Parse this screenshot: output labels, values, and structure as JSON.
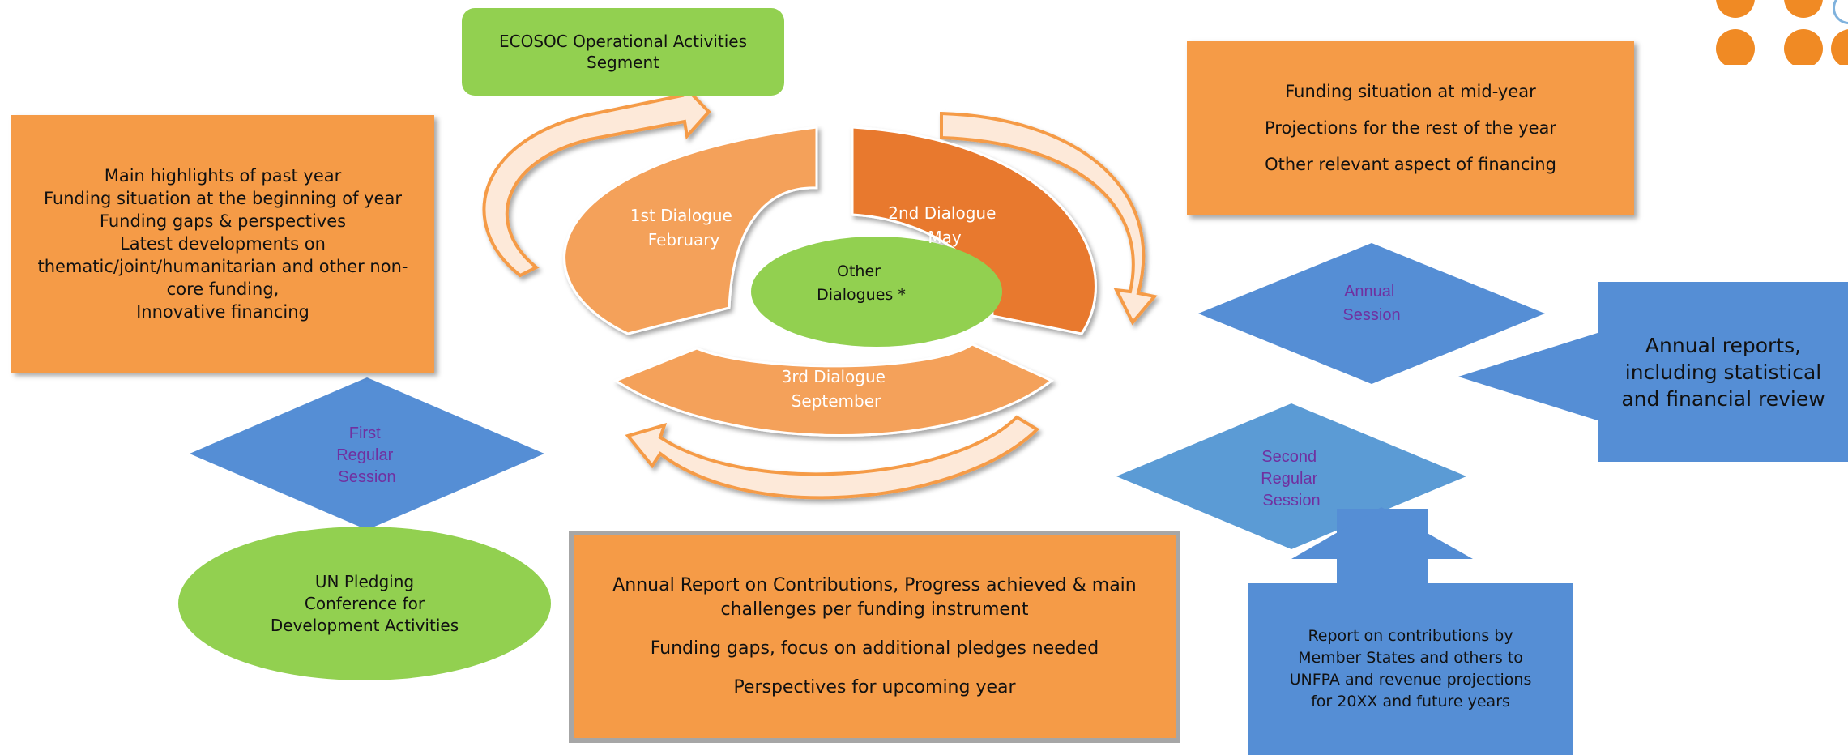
{
  "colors": {
    "orange_box": "#f59b47",
    "orange_segment": "#f4a15a",
    "orange_segment_dark": "#e8792f",
    "green": "#92d050",
    "blue_diamond": "#558ed5",
    "purple_text": "#7030a0",
    "white_text": "#ffffff",
    "logo_orange": "#f08a24"
  },
  "icons": [
    "curved-arrow",
    "diamond",
    "arrow",
    "logo-dot"
  ],
  "ecosoc": "ECOSOC Operational Activities Segment",
  "left_box": {
    "lines": [
      "Main highlights of past year",
      "Funding situation at the beginning of year",
      "Funding gaps & perspectives",
      "Latest developments on thematic/joint/humanitarian and other non-core funding,",
      "Innovative financing"
    ]
  },
  "right_box": {
    "lines": [
      "Funding situation at mid-year",
      "Projections for the rest of the year",
      "Other relevant aspect of financing"
    ]
  },
  "bottom_box": {
    "lines": [
      "Annual Report on Contributions, Progress achieved & main challenges per funding instrument",
      "Funding gaps, focus on additional pledges needed",
      "Perspectives for upcoming year"
    ]
  },
  "dialogues": {
    "first": [
      "1st Dialogue",
      "February"
    ],
    "second": [
      "2nd Dialogue",
      "May"
    ],
    "third": [
      "3rd Dialogue",
      "September"
    ],
    "other": [
      "Other",
      "Dialogues *"
    ]
  },
  "sessions": {
    "first_regular": [
      "First",
      "Regular",
      "Session"
    ],
    "annual": [
      "Annual",
      "Session"
    ],
    "second_regular": [
      "Second",
      "Regular",
      "Session"
    ]
  },
  "pledging": "UN Pledging Conference for Development Activities",
  "annual_reports": "Annual reports, including statistical and financial review",
  "report_contributions": "Report on contributions by Member States and others to UNFPA and revenue projections for 20XX and future years"
}
